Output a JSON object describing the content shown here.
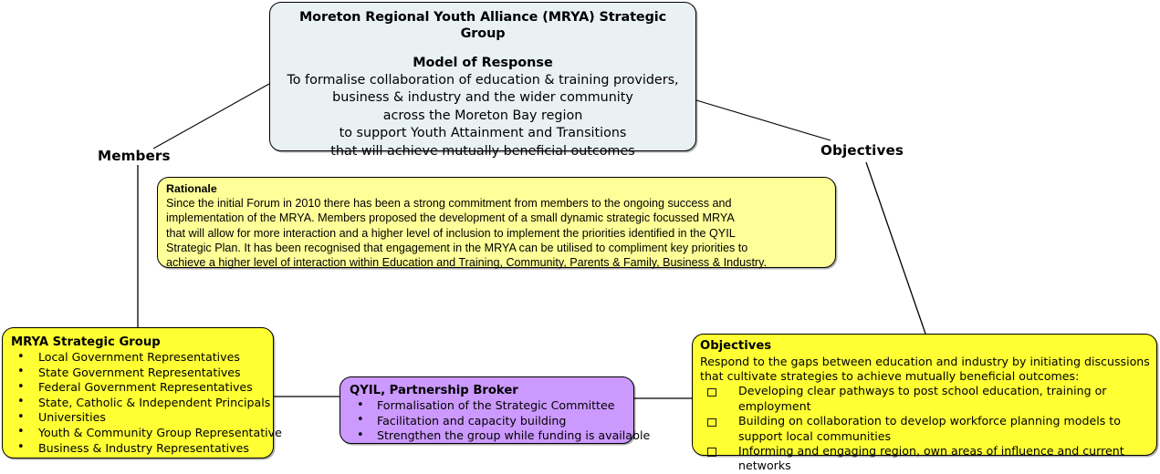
{
  "strategic_group": {
    "title": "Moreton Regional Youth Alliance (MRYA) Strategic Group",
    "subtitle": "Model of Response",
    "lines": [
      "To formalise collaboration of education & training providers,",
      "business & industry and the wider community",
      "across the Moreton Bay region",
      "to support Youth Attainment and Transitions",
      "that will achieve mutually beneficial outcomes"
    ]
  },
  "branches": {
    "members_label": "Members",
    "objectives_label": "Objectives"
  },
  "rationale": {
    "heading": "Rationale",
    "lines": [
      "Since the initial Forum in 2010 there has been a strong commitment from members to the ongoing success and",
      "implementation of the MRYA. Members proposed the development of a small dynamic strategic focussed MRYA",
      "that will allow for more interaction and a higher level of inclusion to implement the priorities identified in the QYIL",
      "Strategic Plan. It has been recognised that engagement in the MRYA can be utilised to compliment key priorities to",
      "achieve a higher level of interaction within Education and Training, Community, Parents & Family, Business & Industry."
    ]
  },
  "mrya_members": {
    "heading": "MRYA Strategic Group",
    "items": [
      "Local Government Representatives",
      "State Government Representatives",
      "Federal Government Representatives",
      "State, Catholic & Independent Principals",
      "Universities",
      "Youth & Community Group Representative",
      "Business & Industry Representatives"
    ]
  },
  "qyil": {
    "heading": "QYIL, Partnership Broker",
    "items": [
      "Formalisation of the Strategic Committee",
      "Facilitation and capacity building",
      "Strengthen the group while funding is available"
    ]
  },
  "objectives": {
    "heading": "Objectives",
    "intro_lines": [
      "Respond to the gaps between education and industry by initiating discussions",
      "that cultivate strategies to achieve mutually beneficial outcomes:"
    ],
    "items": [
      "Developing clear pathways to post school education, training or employment",
      "Building on collaboration to develop workforce planning models to support local communities",
      "Informing and engaging region, own areas of influence and current networks"
    ]
  },
  "colors": {
    "strategic_group_fill": "#e9f1f3",
    "rationale_fill": "#ffff99",
    "members_fill": "#ffff33",
    "qyil_fill": "#cc99ff",
    "objectives_fill": "#ffff33",
    "line": "#000000"
  }
}
